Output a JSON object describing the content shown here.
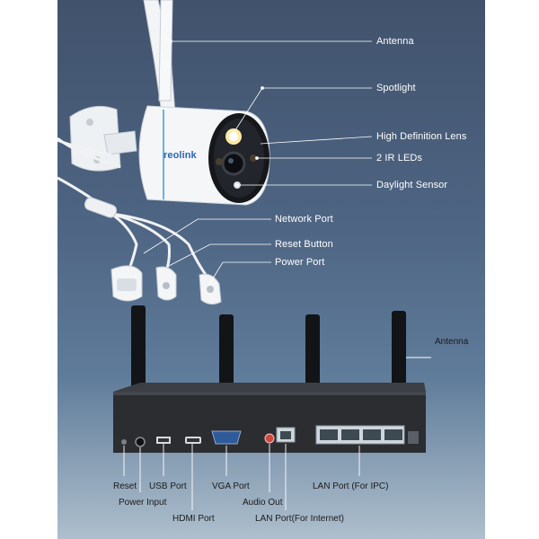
{
  "brand": {
    "logo_text": "reolink"
  },
  "camera_labels": {
    "antenna": "Antenna",
    "spotlight": "Spotlight",
    "lens": "High Definition Lens",
    "ir_leds": "2 IR LEDs",
    "daylight_sensor": "Daylight Sensor",
    "network_port": "Network Port",
    "reset_button": "Reset Button",
    "power_port": "Power Port"
  },
  "nvr_labels": {
    "antenna": "Antenna",
    "reset": "Reset",
    "power_input": "Power Input",
    "usb_port": "USB Port",
    "hdmi_port": "HDMI Port",
    "vga_port": "VGA Port",
    "audio_out": "Audio Out",
    "lan_internet": "LAN Port(For Internet)",
    "lan_ipc": "LAN Port (For IPC)"
  },
  "colors": {
    "background_top": "#41526c",
    "background_bottom": "#aebfcd",
    "camera_body": "#f4f6f8",
    "nvr_body": "#2b2d31",
    "label_text": "#ffffff"
  }
}
